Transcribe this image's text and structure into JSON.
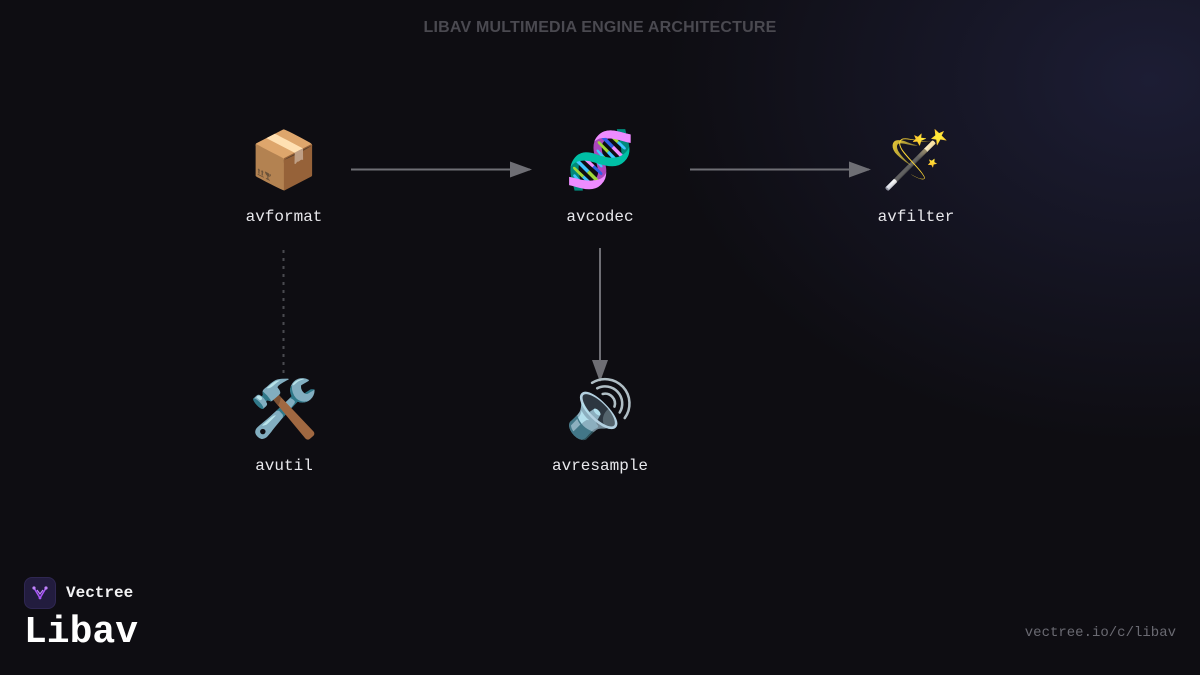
{
  "title": "LIBAV MULTIMEDIA ENGINE ARCHITECTURE",
  "nodes": [
    {
      "id": "avformat",
      "label": "avformat",
      "icon": "📦",
      "icon_name": "package-icon"
    },
    {
      "id": "avcodec",
      "label": "avcodec",
      "icon": "🧬",
      "icon_name": "dna-icon"
    },
    {
      "id": "avfilter",
      "label": "avfilter",
      "icon": "🪄",
      "icon_name": "magic-wand-icon"
    },
    {
      "id": "avutil",
      "label": "avutil",
      "icon": "🛠️",
      "icon_name": "tools-icon"
    },
    {
      "id": "avresample",
      "label": "avresample",
      "icon": "🔊",
      "icon_name": "speaker-icon"
    }
  ],
  "edges": [
    {
      "from": "avformat",
      "to": "avcodec",
      "style": "solid-arrow"
    },
    {
      "from": "avcodec",
      "to": "avfilter",
      "style": "solid-arrow"
    },
    {
      "from": "avcodec",
      "to": "avresample",
      "style": "solid-arrow"
    },
    {
      "from": "avformat",
      "to": "avutil",
      "style": "dotted"
    }
  ],
  "brand": {
    "company": "Vectree",
    "product": "Libav",
    "url": "vectree.io/c/libav",
    "logo_icon": "vectree-logo-icon"
  },
  "colors": {
    "background": "#0e0d12",
    "edge": "#6e6e74",
    "dotted_edge": "#4a4a50",
    "logo_accent": "#a855f7"
  }
}
